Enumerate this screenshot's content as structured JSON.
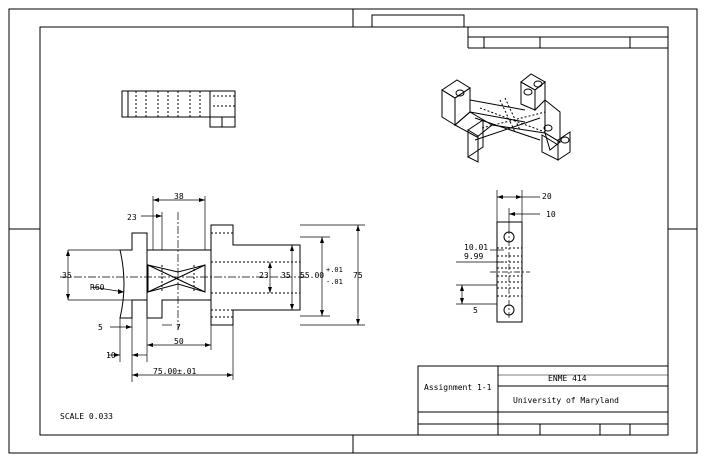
{
  "title_block": {
    "assignment": "Assignment 1-1",
    "course": "ENME 414",
    "school": "University of Maryland"
  },
  "scale_note": "SCALE  0.033",
  "dimensions": {
    "top_width": "38",
    "offset_23_top": "23",
    "height_35_left": "35",
    "radius": "R60",
    "center_23": "23",
    "height_35_right": "35",
    "tol_value": "55.00",
    "tol_plus": "+.01",
    "tol_minus": "-.01",
    "total_height": "75",
    "slot_7": "7",
    "left_5": "5",
    "width_50": "50",
    "left_10": "10",
    "total_width": "75.00±.01",
    "side_20": "20",
    "side_10": "10",
    "hole_upper": "10.01",
    "hole_lower": "9.99",
    "side_5": "5"
  }
}
